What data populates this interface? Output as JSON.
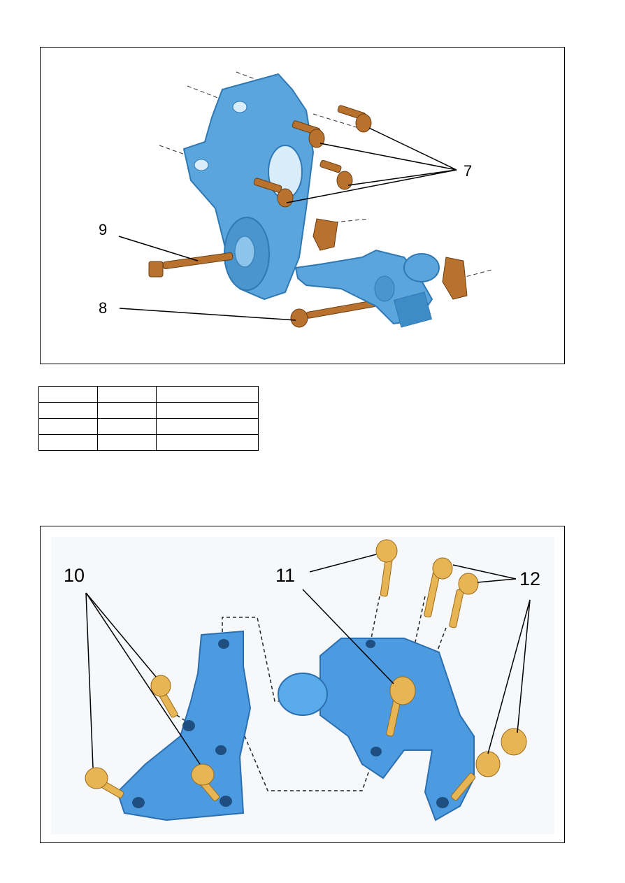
{
  "figure1": {
    "callouts": {
      "bolts_upper": "7",
      "bolt_lower": "8",
      "bolt_long": "9"
    }
  },
  "spec_table": {
    "rows": [
      [
        "",
        "",
        ""
      ],
      [
        "",
        "",
        ""
      ],
      [
        "",
        "",
        ""
      ],
      [
        "",
        "",
        ""
      ]
    ]
  },
  "figure2": {
    "callouts": {
      "bracket_bolts": "10",
      "center_bolt": "11",
      "mount_bolts": "12"
    }
  },
  "colors": {
    "part_blue": "#5aa6dc",
    "part_blue_dark": "#2f78b4",
    "bolt_bronze": "#b8722e",
    "bolt_gold": "#e8b555"
  }
}
